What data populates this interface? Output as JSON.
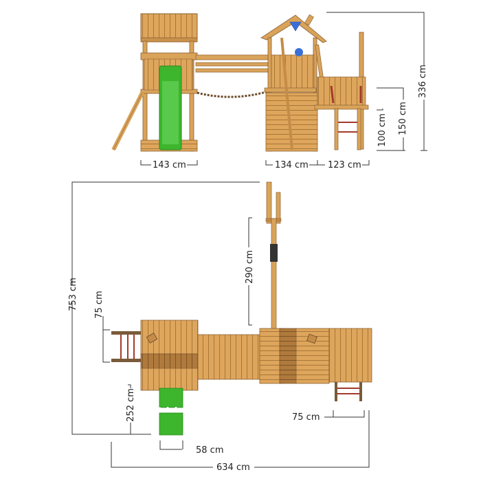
{
  "colors": {
    "wood": "#d9a35a",
    "wood_light": "#e6b46c",
    "wood_dark": "#a87638",
    "wood_shadow": "#8a6032",
    "slide_green": "#3db52d",
    "slide_dark": "#2a8a1e",
    "rope_red": "#a33a2a",
    "blue_accent": "#3a6fd8",
    "dimension_line": "#333333",
    "background": "#ffffff"
  },
  "front_view": {
    "dimensions": {
      "tower_width": "143 cm",
      "middle_tower_width": "134 cm",
      "right_platform_width": "123 cm",
      "total_height": "336 cm",
      "platform_height_high": "150 cm",
      "platform_height_low": "100 cm"
    }
  },
  "top_view": {
    "dimensions": {
      "total_depth": "753 cm",
      "ladder_width": "75 cm",
      "swing_beam_length": "290 cm",
      "slide_length": "252 cm",
      "slide_width": "58 cm",
      "right_ladder_width": "75 cm",
      "total_width": "634 cm"
    }
  }
}
